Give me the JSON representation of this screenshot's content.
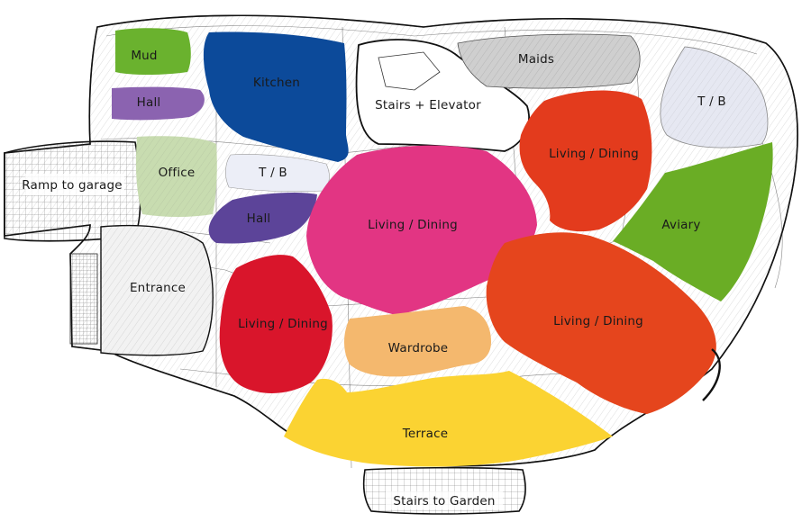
{
  "rooms": {
    "mud": {
      "label": "Mud",
      "color": "#6ab22e"
    },
    "hall_top": {
      "label": "Hall",
      "color": "#8b63b0"
    },
    "kitchen": {
      "label": "Kitchen",
      "color": "#0c4a9a"
    },
    "stairs_elevator": {
      "label": "Stairs + Elevator",
      "color": "#ffffff"
    },
    "maids": {
      "label": "Maids",
      "color": "#cfcfcf"
    },
    "tb_right": {
      "label": "T / B",
      "color": "#e6e8f2"
    },
    "ramp": {
      "label": "Ramp to garage",
      "color": "#ffffff"
    },
    "office": {
      "label": "Office",
      "color": "#c8dcb0"
    },
    "tb_center": {
      "label": "T / B",
      "color": "#eceef7"
    },
    "hall_mid": {
      "label": "Hall",
      "color": "#5c4499"
    },
    "living_center": {
      "label": "Living / Dining",
      "color": "#e23583"
    },
    "living_topright": {
      "label": "Living / Dining",
      "color": "#e33b1d"
    },
    "aviary": {
      "label": "Aviary",
      "color": "#6aad25"
    },
    "entrance": {
      "label": "Entrance",
      "color": "#f2f2f2"
    },
    "living_left": {
      "label": "Living / Dining",
      "color": "#d9152b"
    },
    "wardrobe": {
      "label": "Wardrobe",
      "color": "#f4b86e"
    },
    "living_right": {
      "label": "Living / Dining",
      "color": "#e5451d"
    },
    "terrace": {
      "label": "Terrace",
      "color": "#fbd332"
    },
    "stairs_garden": {
      "label": "Stairs to Garden",
      "color": "#ffffff"
    }
  }
}
